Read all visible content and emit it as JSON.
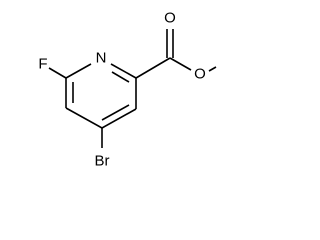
{
  "molecule": {
    "atoms": {
      "n": "N",
      "f": "F",
      "br": "Br",
      "o_carbonyl": "O",
      "o_ester": "O"
    }
  },
  "colors": {
    "bond": "#000000",
    "label": "#000000",
    "background": "#ffffff"
  }
}
